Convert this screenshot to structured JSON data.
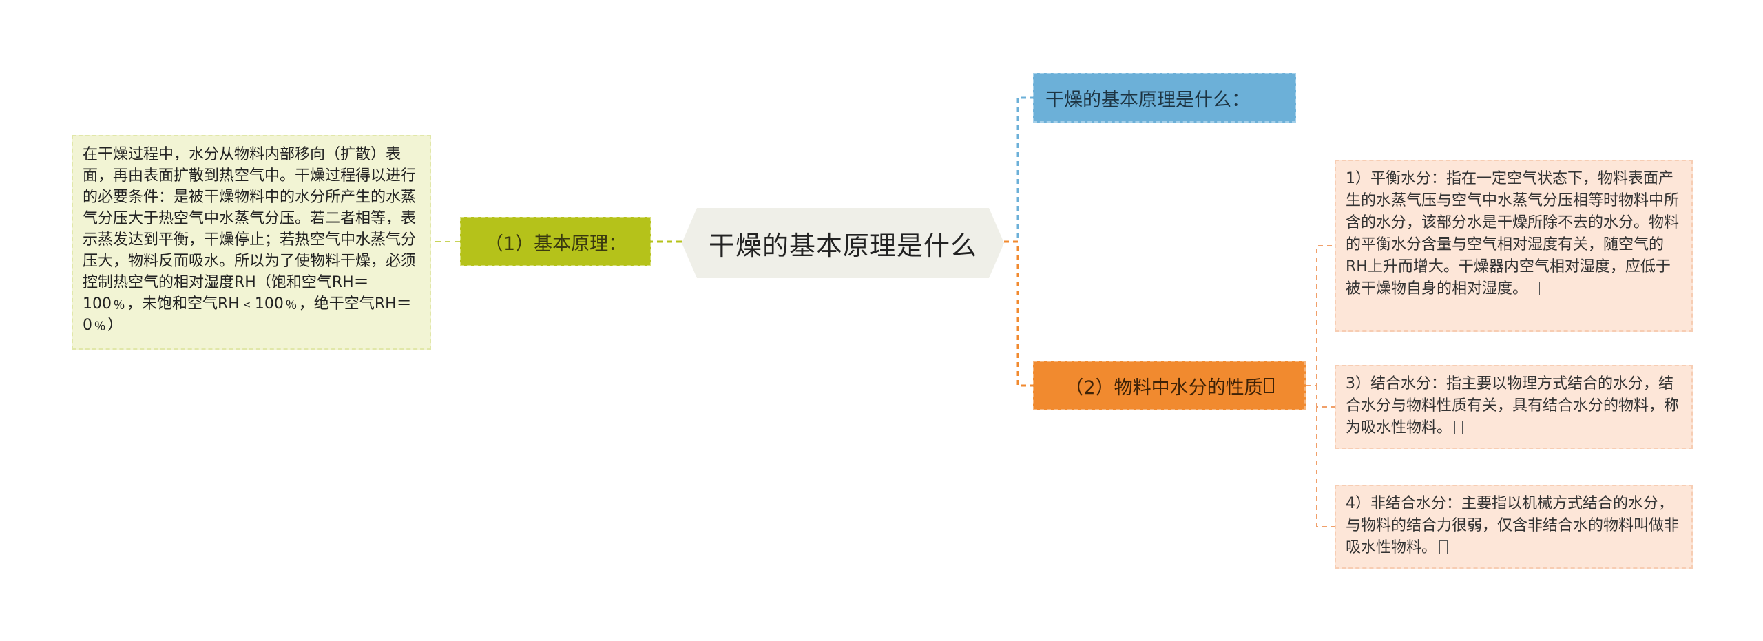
{
  "mindmap": {
    "center": "干燥的基本原理是什么",
    "left_branch": {
      "label": "（1）基本原理：",
      "detail": "在干燥过程中，水分从物料内部移向（扩散）表面，再由表面扩散到热空气中。干燥过程得以进行的必要条件：是被干燥物料中的水分所产生的水蒸气分压大于热空气中水蒸气分压。若二者相等，表示蒸发达到平衡，干燥停止；若热空气中水蒸气分压大，物料反而吸水。所以为了使物料干燥，必须控制热空气的相对湿度RH（饱和空气RH＝100﹪，未饱和空气RH﹤100﹪，绝干空气RH＝0﹪）"
    },
    "right_top": {
      "label": "干燥的基本原理是什么："
    },
    "right_bottom": {
      "label": "（2）物料中水分的性质",
      "details": [
        "1）平衡水分：指在一定空气状态下，物料表面产生的水蒸气压与空气中水蒸气分压相等时物料中所含的水分，该部分水是干燥所除不去的水分。物料的平衡水分含量与空气相对湿度有关，随空气的RH上升而增大。干燥器内空气相对湿度，应低于被干燥物自身的相对湿度。",
        "3）结合水分：指主要以物理方式结合的水分，结合水分与物料性质有关，具有结合水分的物料，称为吸水性物料。",
        "4）非结合水分：主要指以机械方式结合的水分，与物料的结合力很弱，仅含非结合水的物料叫做非吸水性物料。"
      ]
    }
  },
  "colors": {
    "center_fill": "#efefe8",
    "left_branch": "#b5c21a",
    "left_detail": "#f2f4d4",
    "right_top": "#6cb0d8",
    "right_bottom": "#f18a2f",
    "right_detail": "#fde6d8"
  }
}
